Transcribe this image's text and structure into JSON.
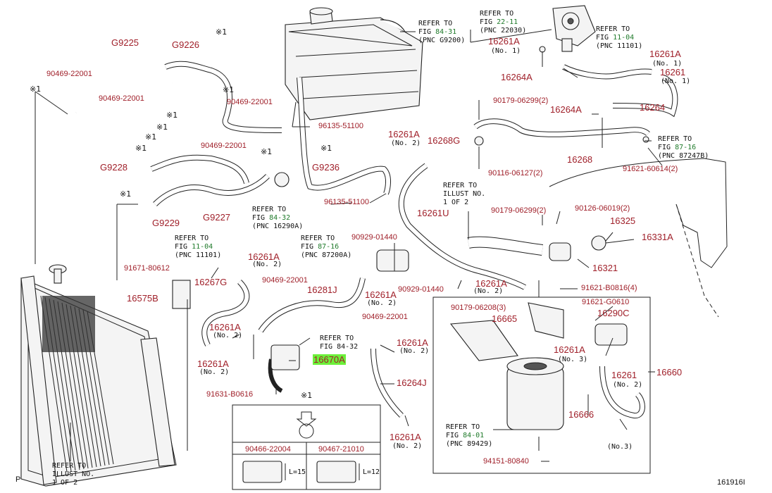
{
  "diagram": {
    "part_labels": [
      {
        "text": "G9225"
      },
      {
        "text": "G9226"
      },
      {
        "text": "90469-22001"
      },
      {
        "text": "90469-22001"
      },
      {
        "text": "90469-22001"
      },
      {
        "text": "90469-22001"
      },
      {
        "text": "90469-22001"
      },
      {
        "text": "90469-22001"
      },
      {
        "text": "96135-51100"
      },
      {
        "text": "96135-51100"
      },
      {
        "text": "G9228"
      },
      {
        "text": "G9236"
      },
      {
        "text": "G9229"
      },
      {
        "text": "G9227"
      },
      {
        "text": "16261A"
      },
      {
        "text": "16261A"
      },
      {
        "text": "16261A"
      },
      {
        "text": "16261A"
      },
      {
        "text": "16261A"
      },
      {
        "text": "16261A"
      },
      {
        "text": "16261A"
      },
      {
        "text": "16261A"
      },
      {
        "text": "16261A"
      },
      {
        "text": "16261A"
      },
      {
        "text": "16261A"
      },
      {
        "text": "16261"
      },
      {
        "text": "16261"
      },
      {
        "text": "16264A"
      },
      {
        "text": "16264A"
      },
      {
        "text": "16264"
      },
      {
        "text": "90179-06299(2)"
      },
      {
        "text": "16268G"
      },
      {
        "text": "16268"
      },
      {
        "text": "90116-06127(2)"
      },
      {
        "text": "91621-60614(2)"
      },
      {
        "text": "16261U"
      },
      {
        "text": "90179-06299(2)"
      },
      {
        "text": "90126-06019(2)"
      },
      {
        "text": "16325"
      },
      {
        "text": "16331A"
      },
      {
        "text": "16321"
      },
      {
        "text": "90929-01440"
      },
      {
        "text": "90929-01440"
      },
      {
        "text": "91671-80612"
      },
      {
        "text": "16267G"
      },
      {
        "text": "16575B"
      },
      {
        "text": "16281J"
      },
      {
        "text": "91621-B0816(4)"
      },
      {
        "text": "90179-06208(3)"
      },
      {
        "text": "91621-G0610"
      },
      {
        "text": "16665"
      },
      {
        "text": "16290C"
      },
      {
        "text": "16670A"
      },
      {
        "text": "16660"
      },
      {
        "text": "91631-B0616"
      },
      {
        "text": "16264J"
      },
      {
        "text": "16666"
      },
      {
        "text": "90466-22004"
      },
      {
        "text": "90467-21010"
      },
      {
        "text": "94151-80840"
      }
    ],
    "sub_labels": [
      {
        "text": "(No. 1)"
      },
      {
        "text": "(No. 1)"
      },
      {
        "text": "(No. 1)"
      },
      {
        "text": "(No. 2)"
      },
      {
        "text": "(No. 2)"
      },
      {
        "text": "(No. 2)"
      },
      {
        "text": "(No. 2)"
      },
      {
        "text": "(No. 2)"
      },
      {
        "text": "(No. 2)"
      },
      {
        "text": "(No. 2)"
      },
      {
        "text": "(No. 3)"
      },
      {
        "text": "(No. 2)"
      },
      {
        "text": "(No. 2)"
      },
      {
        "text": "(No.3)"
      }
    ],
    "refer_notes": [
      {
        "line1": "REFER TO",
        "fig_prefix": "FIG ",
        "fig": "84-31",
        "pnc": "(PNC G9200)"
      },
      {
        "line1": "REFER TO",
        "fig_prefix": "FIG ",
        "fig": "22-11",
        "pnc": "(PNC 22030)"
      },
      {
        "line1": "REFER TO",
        "fig_prefix": "FIG ",
        "fig": "11-04",
        "pnc": "(PNC 11101)"
      },
      {
        "line1": "REFER TO",
        "fig_prefix": "FIG ",
        "fig": "87-16",
        "pnc": "(PNC 87247B)"
      },
      {
        "line1": "REFER TO",
        "fig_prefix": "FIG ",
        "fig": "84-32",
        "pnc": "(PNC 16290A)"
      },
      {
        "line1": "REFER TO",
        "fig_prefix": "FIG ",
        "fig": "11-04",
        "pnc": "(PNC 11101)"
      },
      {
        "line1": "REFER TO",
        "fig_prefix": "FIG ",
        "fig": "87-16",
        "pnc": "(PNC 87200A)"
      },
      {
        "line1": "REFER TO",
        "fig_prefix": "FIG ",
        "fig": "84-01",
        "pnc": "(PNC 89429)"
      }
    ],
    "plain_notes": [
      {
        "l1": "REFER TO",
        "l2": "ILLUST NO.",
        "l3": "1 OF 2"
      },
      {
        "l1": "REFER TO",
        "l2": "ILLUST NO.",
        "l3": "1 OF 2"
      },
      {
        "l1": "REFER TO",
        "l2": "FIG 84-32",
        "l3": ""
      }
    ],
    "marks": {
      "symbol": "※1"
    },
    "dims": {
      "a": "L=15",
      "b": "L=12"
    },
    "corner": {
      "left": "P",
      "right": "161916I"
    }
  }
}
